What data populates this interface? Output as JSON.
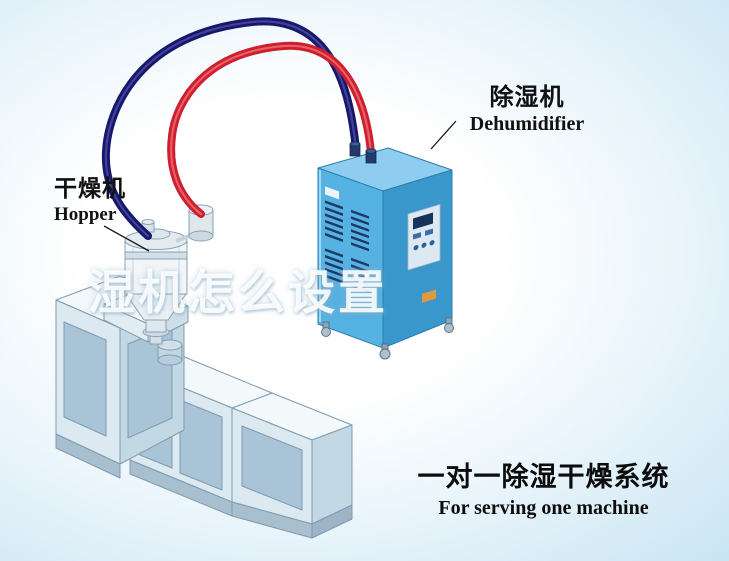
{
  "watermark": {
    "text": "湿机怎么设置"
  },
  "labels": {
    "hopper": {
      "zh": "干燥机",
      "en": "Hopper"
    },
    "dehumidifier": {
      "zh": "除湿机",
      "en": "Dehumidifier"
    }
  },
  "caption": {
    "zh": "一对一除湿干燥系统",
    "en": "For serving one machine"
  },
  "colors": {
    "pipe_red": "#cd1f2e",
    "pipe_red_sheen": "#f2747e",
    "pipe_navy": "#17176b",
    "pipe_navy_sheen": "#5050a8",
    "cabinet_top": "#8ecdef",
    "cabinet_front": "#55b2e2",
    "cabinet_side": "#3a97cc",
    "vent": "#1d3a66",
    "machine_top": "#f3f8fb",
    "machine_front": "#dce9f1",
    "machine_side": "#c3d8e5",
    "machine_inset": "#a9c4d6",
    "background_edge": "#c9e5f3"
  }
}
